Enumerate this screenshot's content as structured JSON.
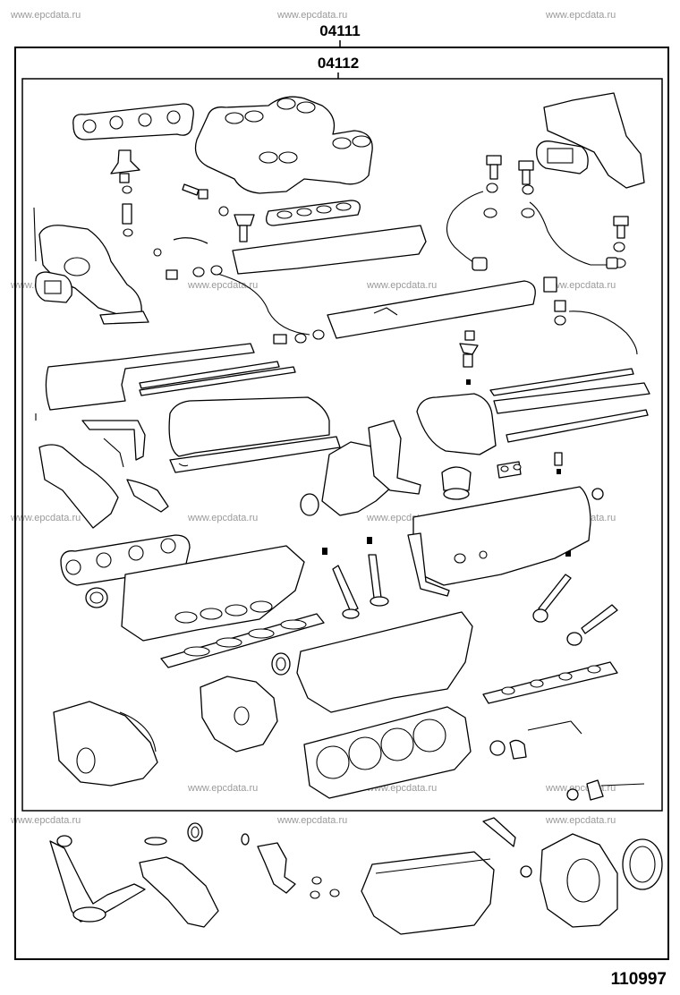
{
  "labels": {
    "outer_kit": "04111",
    "inner_kit": "04112",
    "drawing_number": "110997"
  },
  "watermark": {
    "text": "www.epcdata.ru"
  },
  "parts": [
    {
      "icon": "exhaust-manifold-gasket-icon"
    },
    {
      "icon": "intake-manifold-icon"
    },
    {
      "icon": "intake-port-gasket-icon"
    },
    {
      "icon": "water-outlet-icon"
    },
    {
      "icon": "fuel-pipe-icon"
    },
    {
      "icon": "valve-cover-gasket-strip-icon"
    },
    {
      "icon": "cylinder-head-cover-icon"
    },
    {
      "icon": "timing-belt-cover-icon"
    },
    {
      "icon": "cylinder-head-icon"
    },
    {
      "icon": "engine-valve-icon"
    },
    {
      "icon": "cylinder-head-gasket-icon"
    },
    {
      "icon": "oil-seal-icon"
    },
    {
      "icon": "oil-pump-icon"
    },
    {
      "icon": "oil-pan-icon"
    },
    {
      "icon": "rear-oil-seal-retainer-icon"
    },
    {
      "icon": "bolt-icon"
    },
    {
      "icon": "o-ring-icon"
    }
  ]
}
